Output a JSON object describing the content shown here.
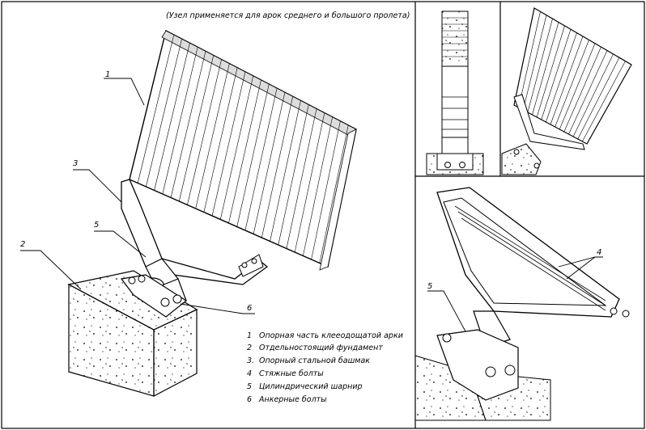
{
  "note": "(Узел применяется для арок среднего и большого пролета)",
  "callouts": [
    "1",
    "2",
    "3",
    "5",
    "6",
    "4",
    "5"
  ],
  "legend": [
    {
      "num": "1",
      "text": "Опорная часть клееодощатой арки"
    },
    {
      "num": "2",
      "text": "Отдельностоящий фундамент"
    },
    {
      "num": "3.",
      "text": "Опорный стальной башмак"
    },
    {
      "num": "4",
      "text": "Стяжные болты"
    },
    {
      "num": "5",
      "text": "Цилиндрический шарнир"
    },
    {
      "num": "6",
      "text": "Анкерные болты"
    }
  ]
}
